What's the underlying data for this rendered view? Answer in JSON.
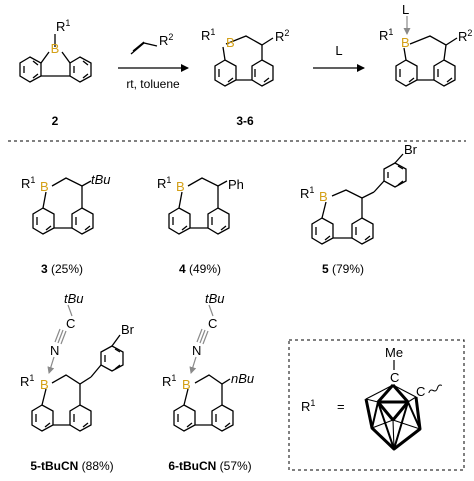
{
  "scheme": {
    "reactant_number": "2",
    "product_range": "3-6",
    "boron_atom": "B",
    "r1": "R",
    "r1_sup": "1",
    "r2": "R",
    "r2_sup": "2",
    "ligand": "L",
    "conditions": "rt, toluene"
  },
  "products": [
    {
      "number": "3",
      "yield": " (25%)",
      "substituent": "tBu"
    },
    {
      "number": "4",
      "yield": " (49%)",
      "substituent": "Ph"
    },
    {
      "number": "5",
      "yield": " (79%)",
      "substituent": "Br"
    },
    {
      "number": "5-tBuCN",
      "yield": " (88%)",
      "substituent": "Br",
      "ligand": "tBu"
    },
    {
      "number": "6-tBuCN",
      "yield": " (57%)",
      "substituent": "nBu",
      "ligand": "tBu"
    }
  ],
  "nitrile": {
    "carbon": "C",
    "nitrogen": "N"
  },
  "legend": {
    "r1": "R",
    "r1_sup": "1",
    "equals": "=",
    "methyl": "Me",
    "carbon": "C"
  },
  "colors": {
    "boron": "#d4a017",
    "ligand_gray": "#8a8a8a",
    "line": "#000000"
  }
}
